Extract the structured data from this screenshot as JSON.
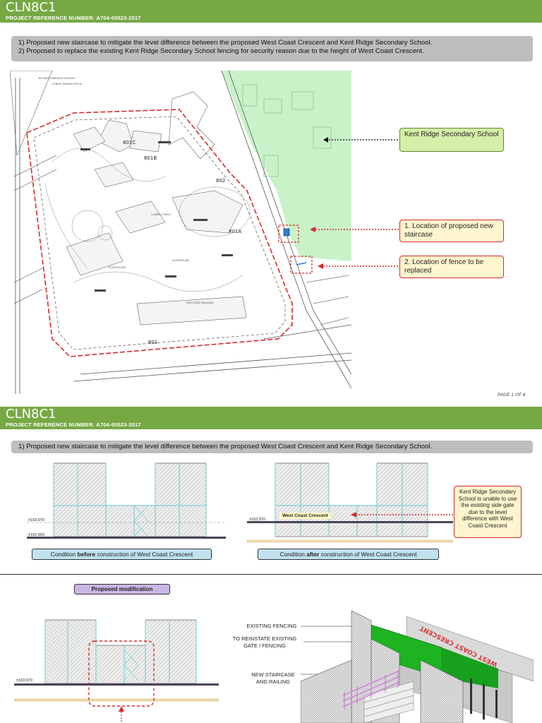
{
  "slide1": {
    "title": "CLN8C1",
    "ref": "PROJECT REFERENCE NUMBER: A704-00523-2017",
    "notes": [
      "1)   Proposed new staircase to mitigate the level difference between the proposed West Coast Crescent and Kent Ridge Secondary School.",
      "2)   Proposed to replace the existing Kent Ridge Secondary School fencing for security reason due to the height of West Coast Crescent."
    ],
    "callout_school": "Kent Ridge Secondary School",
    "callout_staircase": "1. Location of proposed new staircase",
    "callout_fence": "2. Location of fence to be replaced",
    "page": "PAGE 1 OF 4"
  },
  "slide2": {
    "title": "CLN8C1",
    "ref": "PROJECT REFERENCE NUMBER: A704-00523-2017",
    "note": "1)   Proposed new staircase to mitigate the level difference between the proposed West Coast Crescent and Kent Ridge Secondary School.",
    "elev_a": "±103.970",
    "elev_b": "±102.920",
    "elev_c": "±103.970",
    "elev_d": "±103.970",
    "road_label": "West Coast Crescent",
    "cond_before_1": "Condition ",
    "cond_before_2": "before",
    "cond_before_3": " construction of West Coast Crescent",
    "cond_after_1": "Condition ",
    "cond_after_2": "after",
    "cond_after_3": " construction of West Coast Crescent",
    "callout_gate": "Kent Ridge Secondary School is unable to use the existing side gate due to the level difference with West Coast Crescent",
    "proposed": "Proposed modification",
    "lbl_existing": "EXISTING FENCING",
    "lbl_reinstate": "TO REINSTATE EXISTING GATE / FENCING",
    "lbl_stair": "NEW STAIRCASE AND RAILING",
    "sign": "WEST COAST CRESCENT"
  },
  "colors": {
    "header": "#76a844",
    "callout_red": "#d62a2a",
    "school_zone": "#c9f2c9"
  }
}
